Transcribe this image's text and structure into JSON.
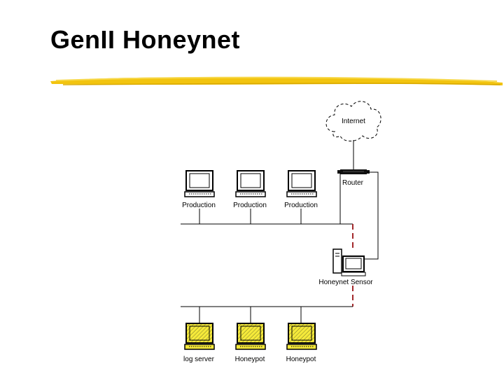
{
  "slide": {
    "title": "GenII Honeynet"
  },
  "diagram": {
    "internet": "Internet",
    "router": "Router",
    "sensor": "Honeynet Sensor",
    "production": [
      "Production",
      "Production",
      "Production"
    ],
    "honeynet_hosts": [
      "log server",
      "Honeypot",
      "Honeypot"
    ]
  },
  "colors": {
    "accent_underline": "#f2c40f",
    "honeypot_fill": "#f5e93a",
    "honeywall_link": "#a3282b"
  }
}
